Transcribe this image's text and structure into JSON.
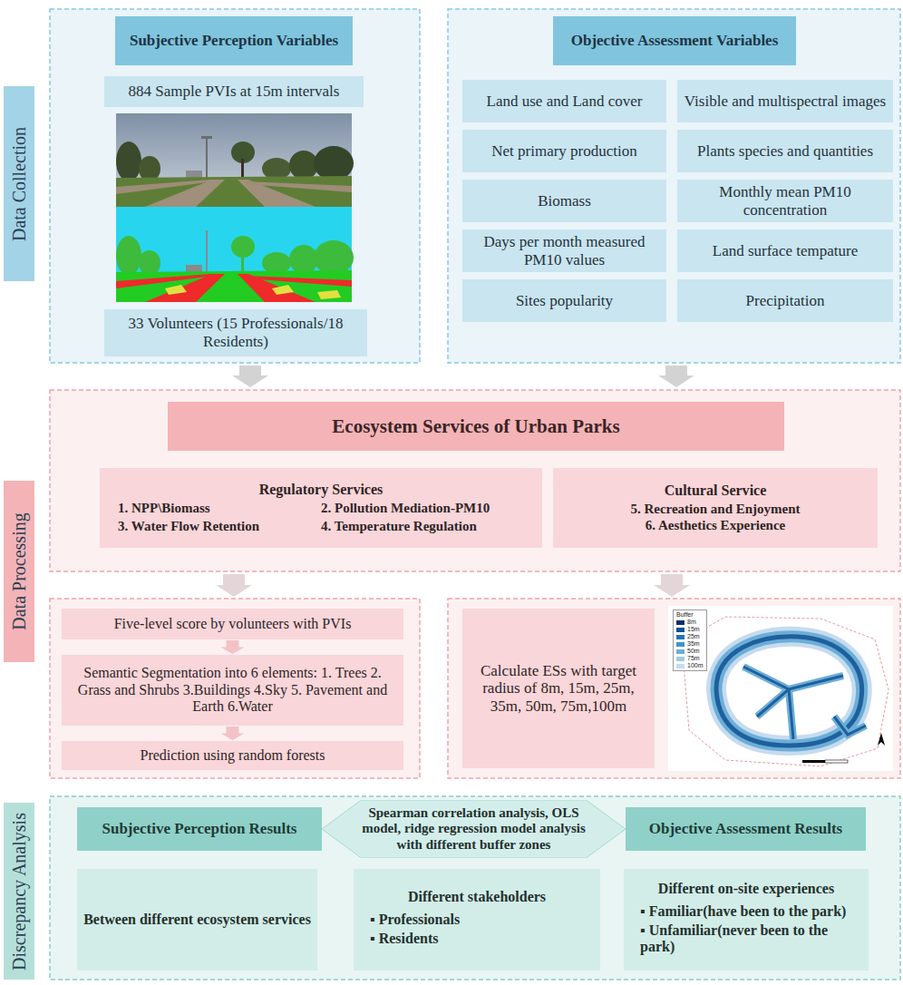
{
  "diagram": {
    "nodes": [
      {
        "text": [
          "Data Collection"
        ]
      },
      {
        "text": [
          "Subjective Perception Variables"
        ]
      },
      {
        "text": [
          "884 Sample PVIs at 15m intervals"
        ]
      },
      {
        "text": [
          "33 Volunteers (15 Professionals/18 Residents)"
        ]
      },
      {
        "text": [
          "Objective Assessment Variables"
        ]
      },
      {
        "text": [
          "Land use and Land cover"
        ]
      },
      {
        "text": [
          "Visible and multispectral images"
        ]
      },
      {
        "text": [
          "Net primary production"
        ]
      },
      {
        "text": [
          "Plants species and quantities"
        ]
      },
      {
        "text": [
          "Biomass"
        ]
      },
      {
        "text": [
          "Monthly mean PM10 concentration"
        ]
      },
      {
        "text": [
          "Days per month measured PM10 values"
        ]
      },
      {
        "text": [
          "Land surface tempature"
        ]
      },
      {
        "text": [
          "Sites popularity"
        ]
      },
      {
        "text": [
          "Precipitation"
        ]
      },
      {
        "text": [
          "Data Processing"
        ]
      },
      {
        "text": [
          "Ecosystem Services of Urban Parks"
        ]
      },
      {
        "text": [
          "Regulatory Services",
          "1. NPP\\Biomass",
          "2. Pollution Mediation-PM10",
          "3. Water Flow Retention",
          "4. Temperature Regulation"
        ]
      },
      {
        "text": [
          "Cultural Service",
          "5. Recreation and Enjoyment",
          "6. Aesthetics Experience"
        ]
      },
      {
        "text": [
          "Five-level score by volunteers with PVIs"
        ]
      },
      {
        "text": [
          "Semantic Segmentation into 6 elements: 1. Trees 2. Grass and Shrubs 3.Buildings 4.Sky 5. Pavement and Earth 6.Water"
        ]
      },
      {
        "text": [
          "Prediction using random forests"
        ]
      },
      {
        "text": [
          "Calculate ESs with target radius of 8m, 15m, 25m, 35m, 50m, 75m,100m"
        ]
      },
      {
        "text": [
          "Discrepancy Analysis"
        ]
      },
      {
        "text": [
          "Subjective Perception Results"
        ]
      },
      {
        "text": [
          "Spearman correlation analysis, OLS model, ridge regression model analysis with different buffer zones"
        ]
      },
      {
        "text": [
          "Objective Assessment Results"
        ]
      },
      {
        "text": [
          "Between different ecosystem services"
        ]
      },
      {
        "text": [
          "Different stakeholders",
          "▪ Professionals",
          "▪ Residents"
        ]
      },
      {
        "text": [
          "Different on-site experiences",
          "▪ Familiar(have been to the park)",
          "▪ Unfamiliar(never been to the park)"
        ]
      }
    ],
    "edges": [
      {
        "from": 19,
        "to": 20,
        "arrow": "to"
      },
      {
        "from": 20,
        "to": 21,
        "arrow": "to"
      }
    ],
    "labels": [
      "Buffer"
    ],
    "legend": [
      {
        "text": "8m",
        "color": "#08306b"
      },
      {
        "text": "15m",
        "color": "#08519c"
      },
      {
        "text": "25m",
        "color": "#2171b5"
      },
      {
        "text": "35m",
        "color": "#4292c6"
      },
      {
        "text": "50m",
        "color": "#6baed6"
      },
      {
        "text": "75m",
        "color": "#9ecae1"
      },
      {
        "text": "100m",
        "color": "#c6dbef"
      }
    ]
  }
}
